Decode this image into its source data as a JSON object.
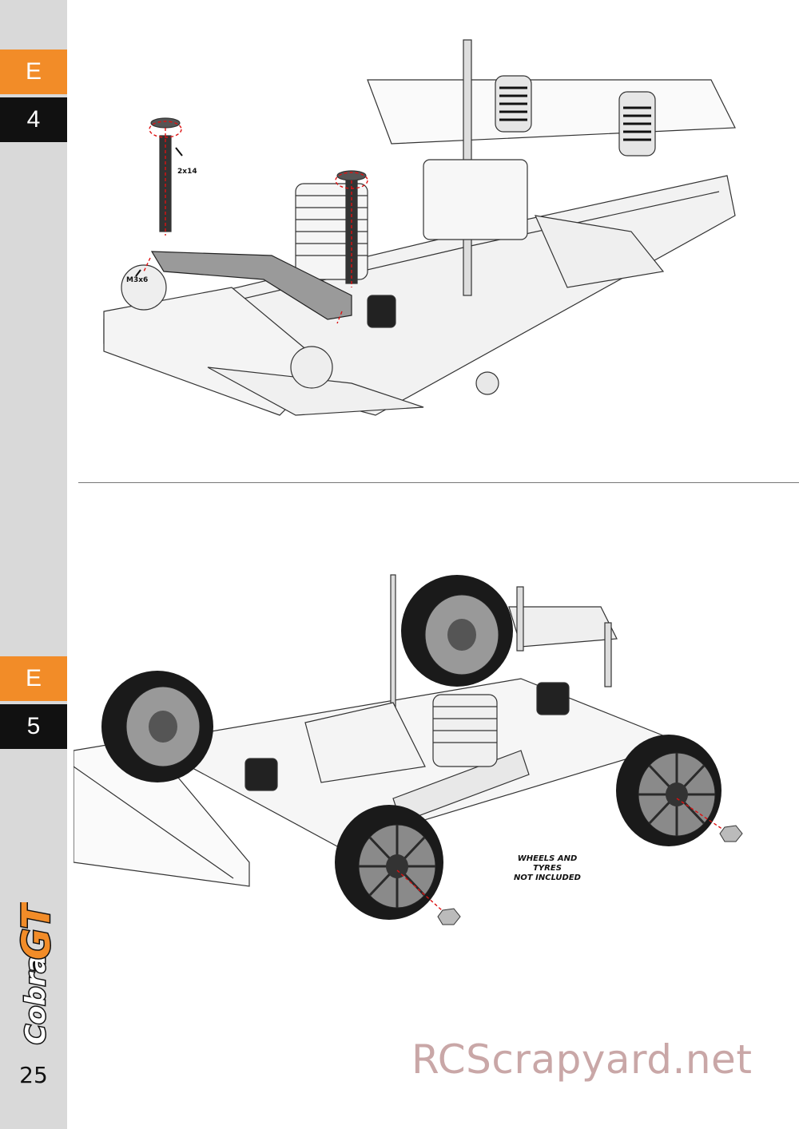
{
  "steps": [
    {
      "letter": "E",
      "number": "4"
    },
    {
      "letter": "E",
      "number": "5"
    }
  ],
  "colors": {
    "accent": "#f28c28",
    "dark": "#111111",
    "sidebar": "#d9d9d9"
  },
  "brand": {
    "logo_text": "CobraGT"
  },
  "page_number": "25",
  "step4": {
    "callouts": {
      "pin": "2x14",
      "screw": "M3x6"
    }
  },
  "step5": {
    "note": [
      "WHEELS AND",
      "TYRES",
      "NOT INCLUDED"
    ]
  },
  "watermark": "RCScrapyard.net"
}
